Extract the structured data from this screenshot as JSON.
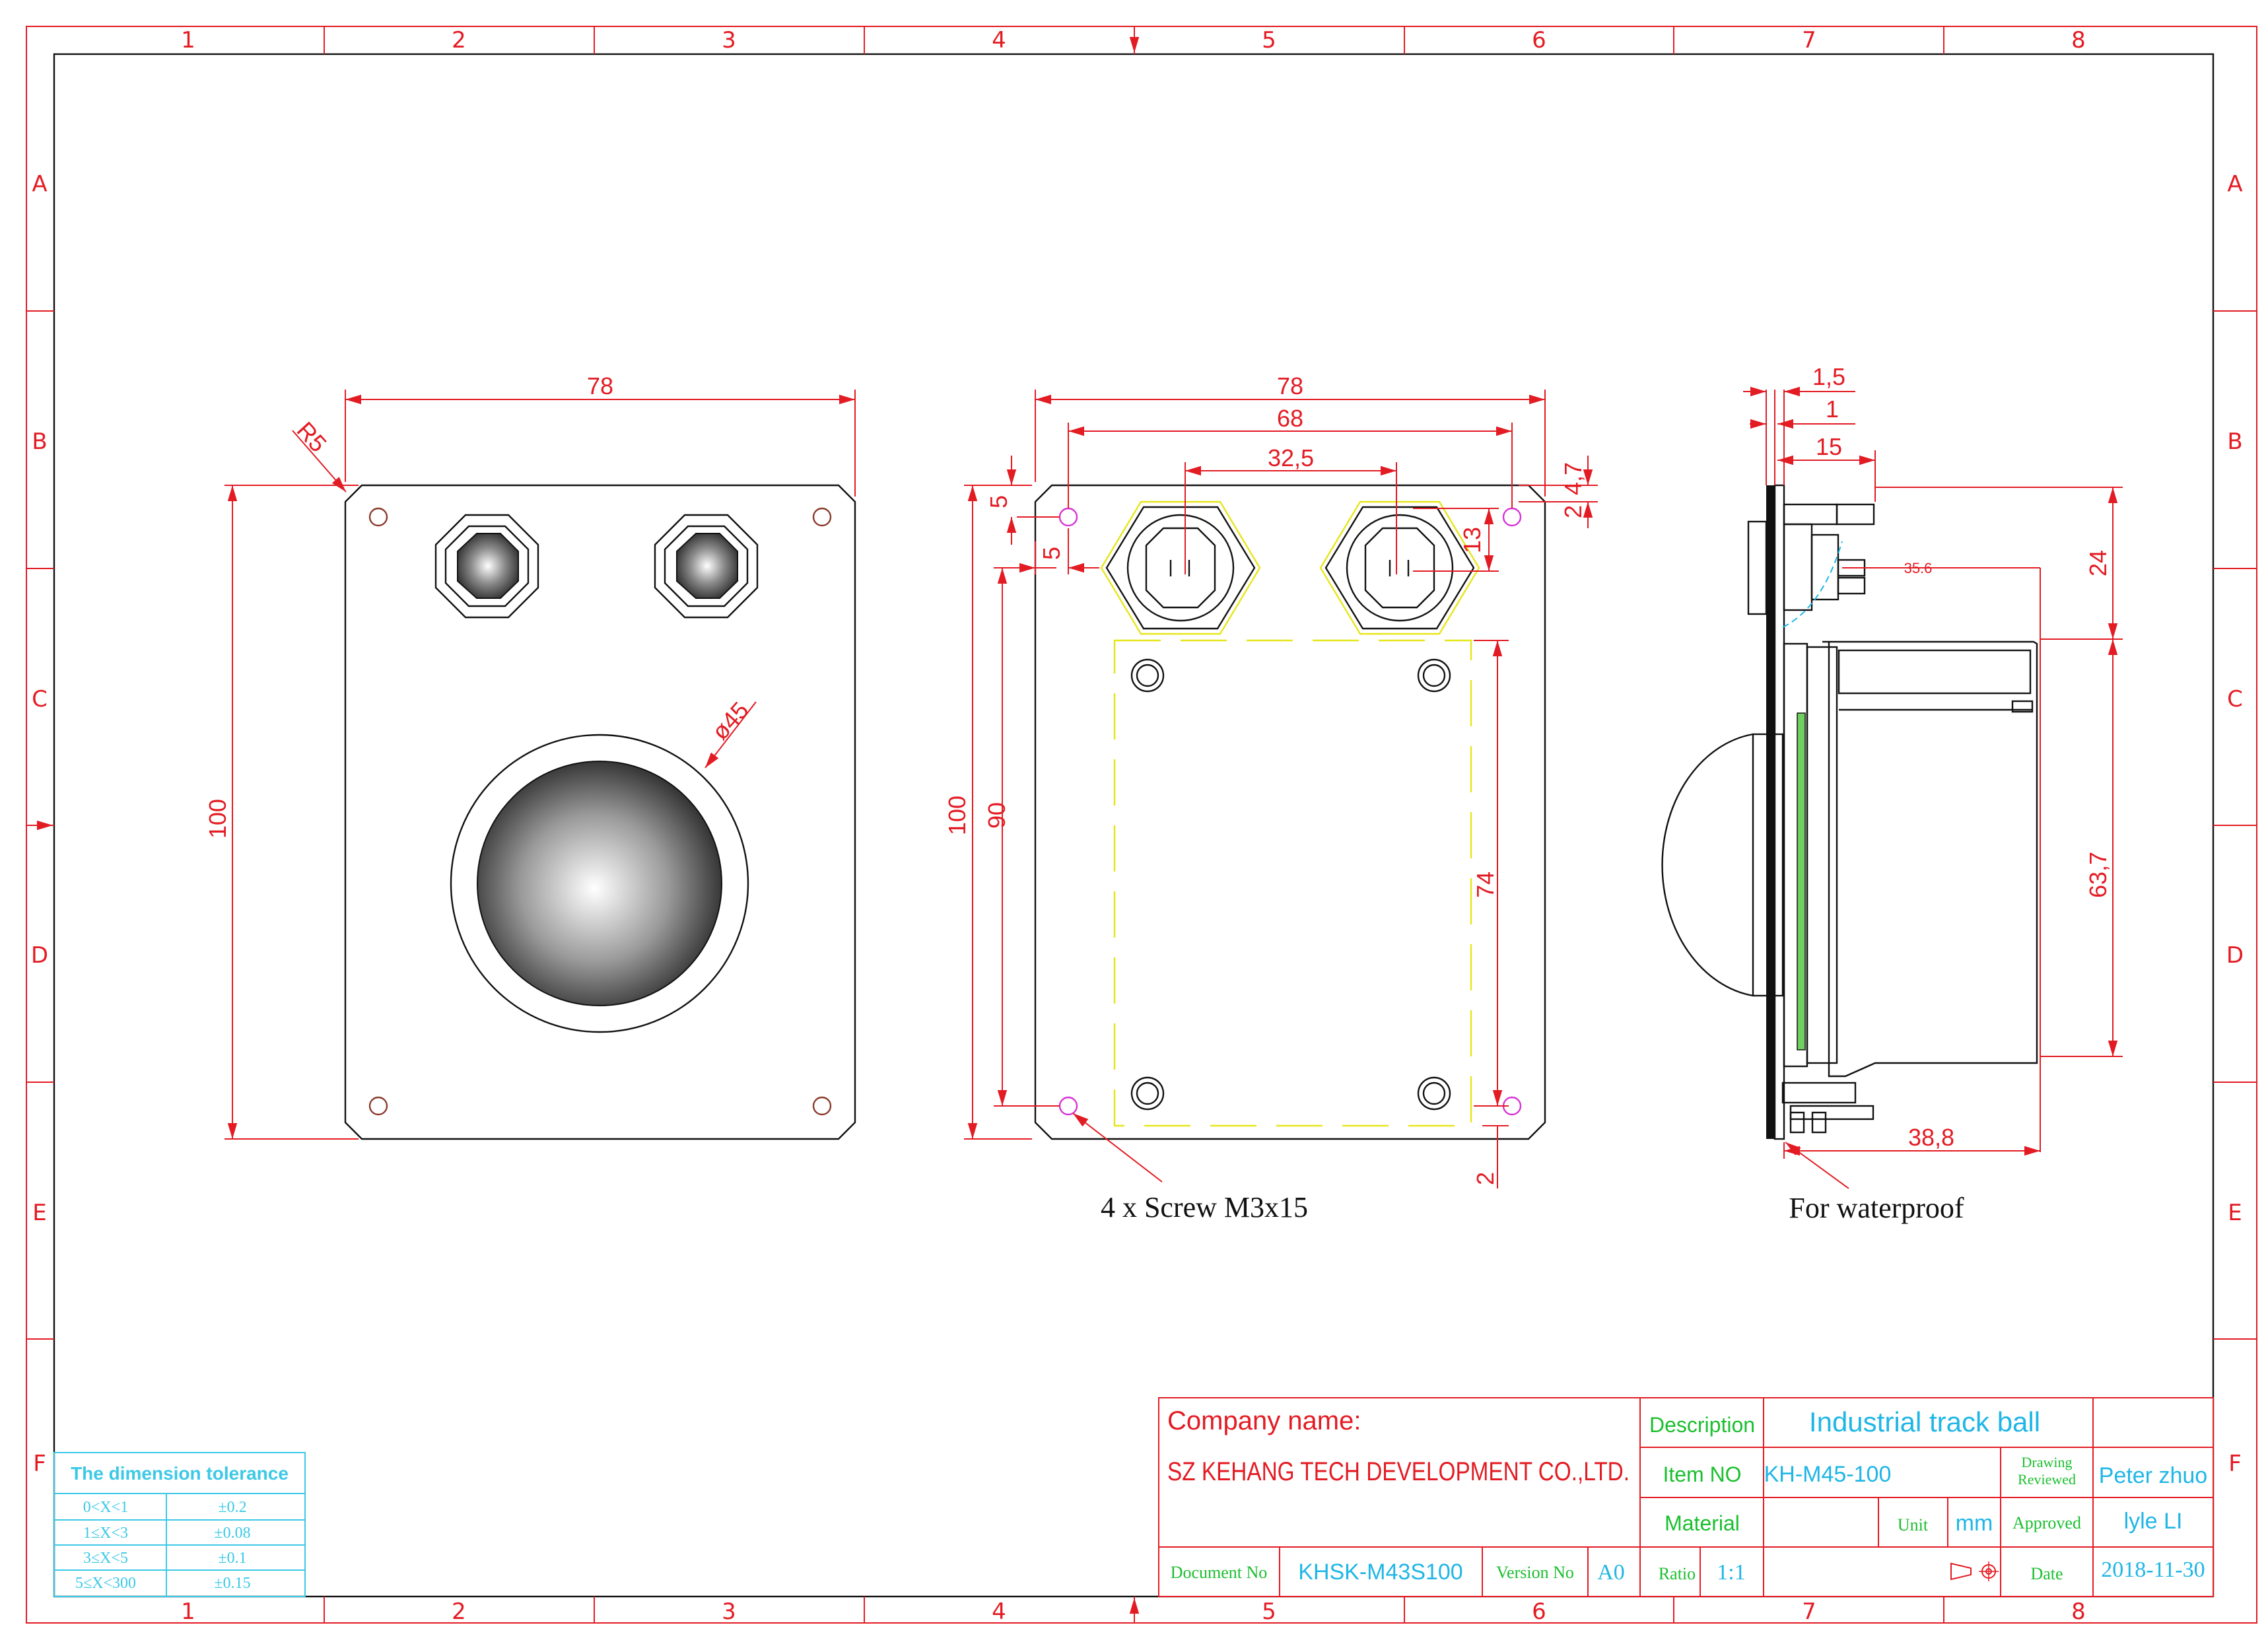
{
  "frame": {
    "columns": [
      "1",
      "2",
      "3",
      "4",
      "5",
      "6",
      "7",
      "8"
    ],
    "rows": [
      "A",
      "B",
      "C",
      "D",
      "E",
      "F"
    ]
  },
  "front_view": {
    "width_dim": "78",
    "height_dim": "100",
    "corner_radius_dim": "R5",
    "ball_dia_dim": "ø45"
  },
  "rear_view": {
    "width_dim": "78",
    "hole_span_dim": "68",
    "connector_span_dim": "32,5",
    "top_offset_dim": "5",
    "hole_offset_dim": "5",
    "connector_height_dim": "13",
    "right_offset_a_dim": "4,7",
    "right_offset_b_dim": "2",
    "height_dim": "100",
    "hole_pitch_dim": "90",
    "module_height_dim": "74",
    "bottom_offset_dim": "2",
    "screw_note": "4 x Screw M3x15"
  },
  "side_view": {
    "plate_dim": "1,5",
    "gasket_dim": "1",
    "connector_depth_dim": "15",
    "inner_dim": "35.6",
    "top_section_dim": "24",
    "body_height_dim": "63,7",
    "body_depth_dim": "38,8",
    "waterproof_note": "For waterproof"
  },
  "title_block": {
    "company_label": "Company name:",
    "company_name": "SZ KEHANG TECH DEVELOPMENT CO.,LTD.",
    "description_label": "Description",
    "description_value": "Industrial track ball",
    "item_no_label": "Item NO",
    "item_no_value": "KH-M45-100",
    "drawing_reviewed_label_1": "Drawing",
    "drawing_reviewed_label_2": "Reviewed",
    "drawing_reviewed_value": "Peter zhuo",
    "material_label": "Material",
    "unit_label": "Unit",
    "unit_value": "mm",
    "approved_label": "Approved",
    "approved_value": "lyle LI",
    "document_no_label": "Document No",
    "document_no_value": "KHSK-M43S100",
    "version_no_label": "Version No",
    "version_no_value": "A0",
    "ratio_label": "Ratio",
    "ratio_value": "1:1",
    "date_label": "Date",
    "date_value": "2018-11-30"
  },
  "tolerance_table": {
    "title": "The dimension tolerance",
    "rows": [
      {
        "range": "0<X<1",
        "tol": "±0.2"
      },
      {
        "range": "1≤X<3",
        "tol": "±0.08"
      },
      {
        "range": "3≤X<5",
        "tol": "±0.1"
      },
      {
        "range": "5≤X<300",
        "tol": "±0.15"
      }
    ]
  },
  "colors": {
    "frame": "#e31b23",
    "dimension": "#e31b23",
    "part_outline": "#111111",
    "hidden_module": "#e6e61a",
    "screw_hole": "#d633d6",
    "title_cyan": "#1fb6e6",
    "title_green": "#1bbf2f"
  }
}
